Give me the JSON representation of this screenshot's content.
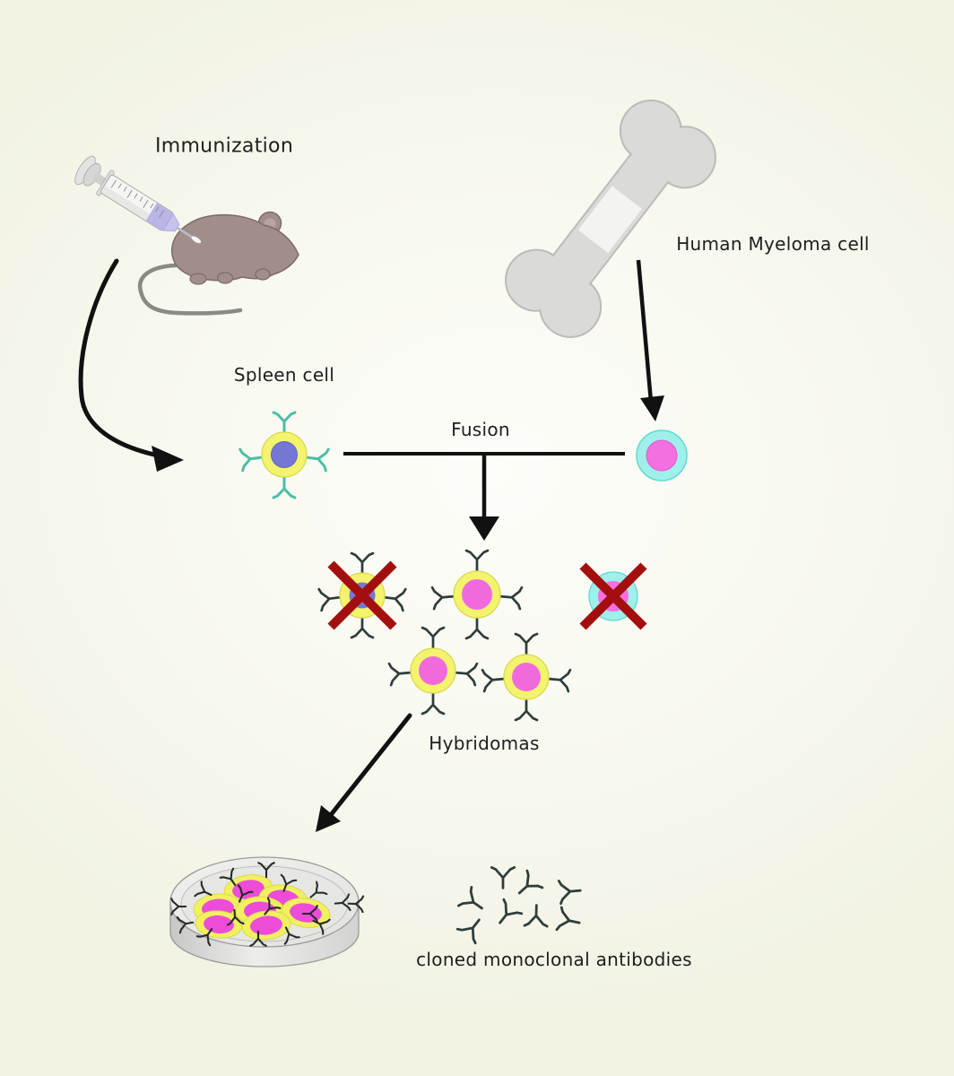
{
  "labels": {
    "immunization": "Immunization",
    "human_myeloma_cell": "Human Myeloma cell",
    "spleen_cell": "Spleen cell",
    "fusion": "Fusion",
    "hybridomas": "Hybridomas",
    "cloned_monoclonal_antibodies": "cloned monoclonal antibodies"
  },
  "colors": {
    "background": "#f3f4e6",
    "spleen_cell_body": "#f3f36e",
    "spleen_cell_nucleus": "#7477d4",
    "spleen_receptor_teal": "#4ebda6",
    "myeloma_cell_body": "#9ff0ea",
    "myeloma_cell_nucleus": "#f36fe2",
    "hybridoma_body": "#f3f36e",
    "hybridoma_nucleus": "#f06ade",
    "antibody_dark": "#2e3d3a",
    "cross_red": "#a30f0f",
    "arrow_black": "#111111",
    "bone_gray": "#dadad8",
    "mouse_brown": "#a18d8a",
    "dish_gray": "#e4e4e0"
  }
}
